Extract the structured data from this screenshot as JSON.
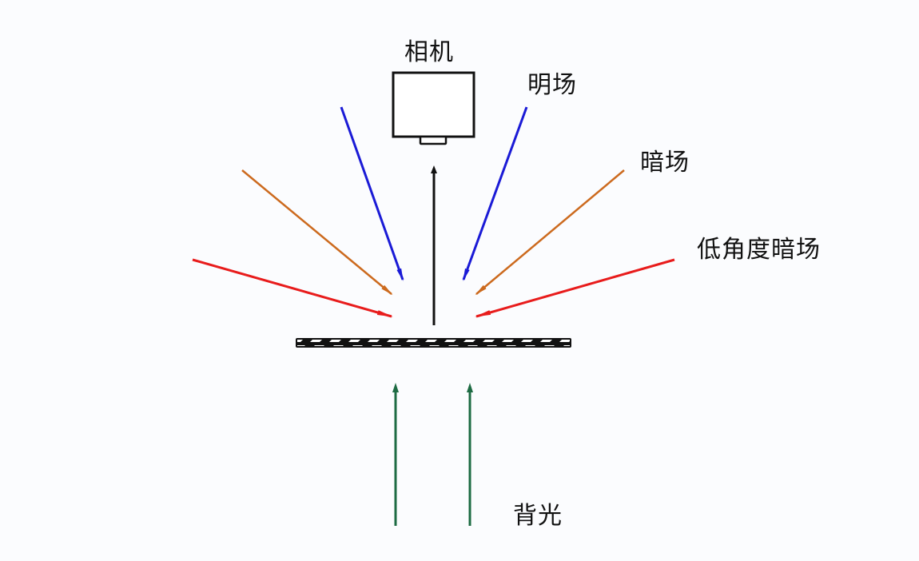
{
  "labels": {
    "camera": "相机",
    "bright_field": "明场",
    "dark_field": "暗场",
    "low_angle_dark_field": "低角度暗场",
    "backlight": "背光"
  },
  "colors": {
    "background": "#fbfcfe",
    "bright_field": "#1a1ad6",
    "dark_field": "#cc6a1e",
    "low_angle_dark_field": "#e81c1c",
    "backlight": "#1d6b43",
    "camera_axis": "#111111"
  }
}
